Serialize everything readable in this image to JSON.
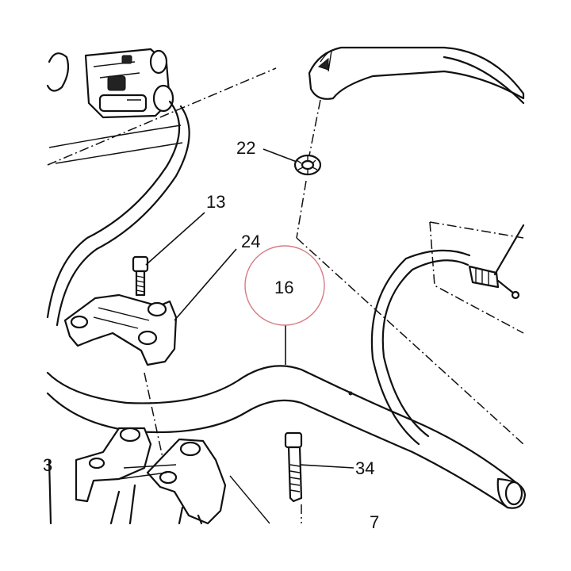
{
  "labels": {
    "l22": "22",
    "l13": "13",
    "l24": "24",
    "l16": "16",
    "l34": "34",
    "l7": "7",
    "l3": "3"
  },
  "colors": {
    "ink": "#111111",
    "highlight_circle": "#d87a82",
    "background": "#ffffff"
  }
}
